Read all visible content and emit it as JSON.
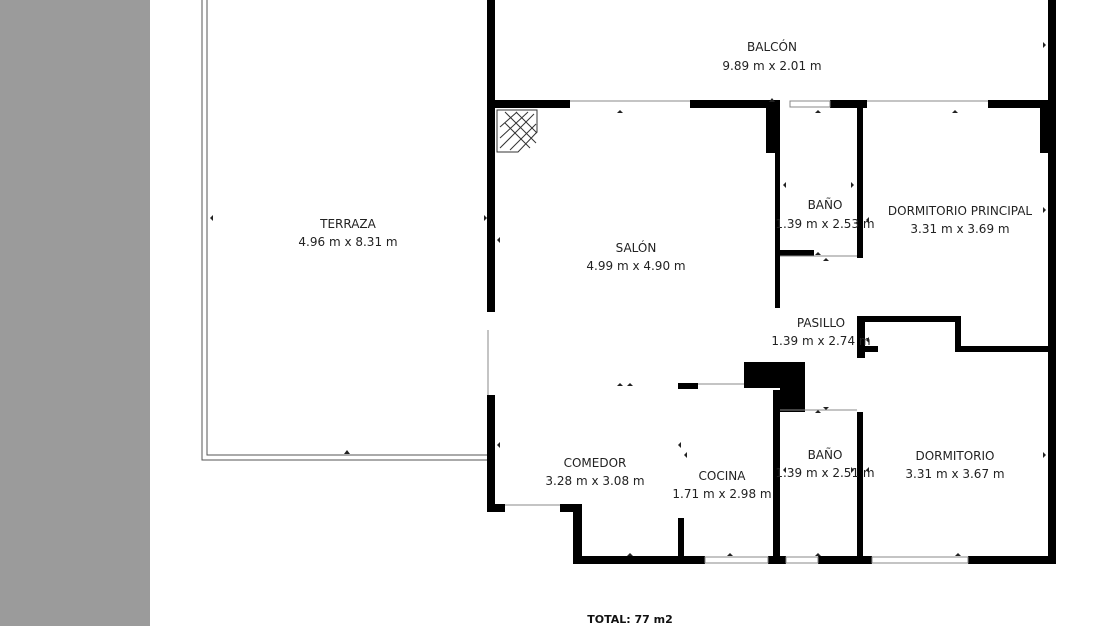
{
  "colors": {
    "side_panel": "#9b9b9b",
    "wall": "#000000",
    "background": "#ffffff",
    "text": "#222222"
  },
  "rooms": [
    {
      "id": "balcon",
      "name": "BALCÓN",
      "dims": "9.89 m x 2.01 m"
    },
    {
      "id": "terraza",
      "name": "TERRAZA",
      "dims": "4.96 m x 8.31 m"
    },
    {
      "id": "salon",
      "name": "SALÓN",
      "dims": "4.99 m x 4.90 m"
    },
    {
      "id": "bano-1",
      "name": "BAÑO",
      "dims": "1.39 m x 2.53 m"
    },
    {
      "id": "dormitorio-principal",
      "name": "DORMITORIO PRINCIPAL",
      "dims": "3.31 m x 3.69 m"
    },
    {
      "id": "pasillo",
      "name": "PASILLO",
      "dims": "1.39 m x 2.74 m"
    },
    {
      "id": "comedor",
      "name": "COMEDOR",
      "dims": "3.28 m x 3.08 m"
    },
    {
      "id": "cocina",
      "name": "COCINA",
      "dims": "1.71 m x 2.98 m"
    },
    {
      "id": "bano-2",
      "name": "BAÑO",
      "dims": "1.39 m x 2.51 m"
    },
    {
      "id": "dormitorio",
      "name": "DORMITORIO",
      "dims": "3.31 m x 3.67 m"
    }
  ],
  "total": "TOTAL: 77 m2"
}
